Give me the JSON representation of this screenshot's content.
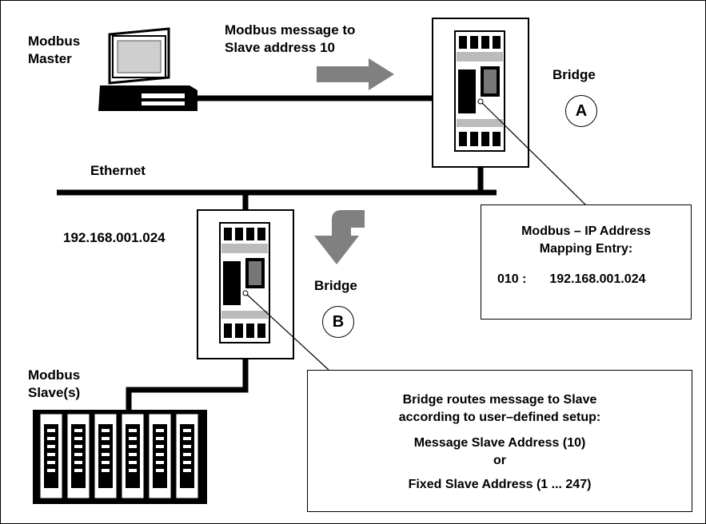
{
  "master": {
    "line1": "Modbus",
    "line2": "Master"
  },
  "message": {
    "line1": "Modbus message to",
    "line2": "Slave address 10"
  },
  "bridge_a": {
    "label": "Bridge",
    "tag": "A"
  },
  "bridge_b": {
    "label": "Bridge",
    "tag": "B"
  },
  "ethernet_label": "Ethernet",
  "bridge_b_ip": "192.168.001.024",
  "mapping_box": {
    "line1": "Modbus – IP Address",
    "line2": "Mapping Entry:",
    "entry_address": "010 :",
    "entry_ip": "192.168.001.024"
  },
  "slave": {
    "line1": "Modbus",
    "line2": "Slave(s)"
  },
  "route_box": {
    "line1": "Bridge routes message to Slave",
    "line2": "according to user–defined setup:",
    "line3": "Message Slave Address (10)",
    "line4": "or",
    "line5": "Fixed Slave Address (1 ... 247)"
  }
}
